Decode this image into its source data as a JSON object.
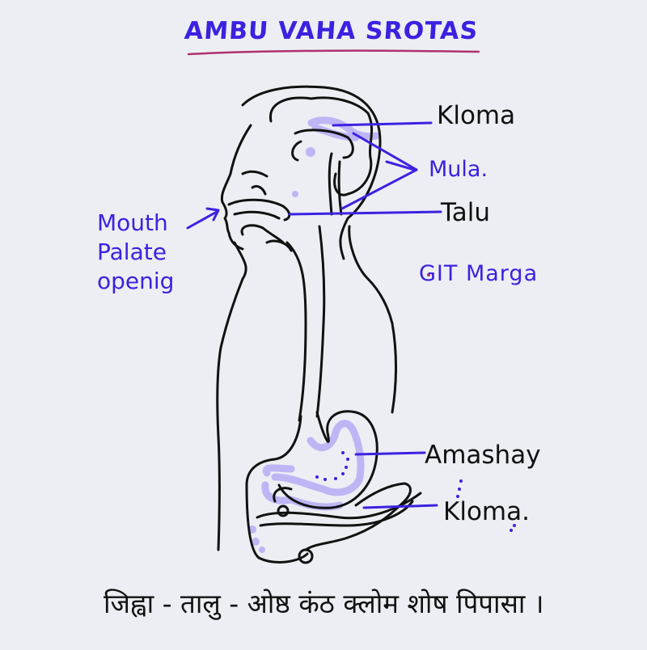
{
  "title": "AMBU VAHA SROTAS",
  "colors": {
    "background": "#eceef3",
    "ink_black": "#111111",
    "ink_blue": "#3b22e0",
    "highlight_lavender": "#b7b0f5",
    "underline_magenta": "#b0306e"
  },
  "labels": {
    "kloma_top": "Kloma",
    "mula": "Mula.",
    "talu": "Talu",
    "git_marga": "GIT Marga",
    "mouth_line1": "Mouth",
    "mouth_line2": "Palate",
    "mouth_line3": "openig",
    "amashay": "Amashay",
    "kloma_bottom": "Kloma."
  },
  "footer": {
    "shloka": "जिह्वा - तालु - ओष्ठ कंठ क्लोम शोष पिपासा ।"
  },
  "diagram": {
    "subject": "sagittal outline of human head and torso showing water-carrying channels",
    "structures": [
      "brain",
      "palate",
      "esophagus",
      "stomach",
      "pancreas"
    ]
  }
}
